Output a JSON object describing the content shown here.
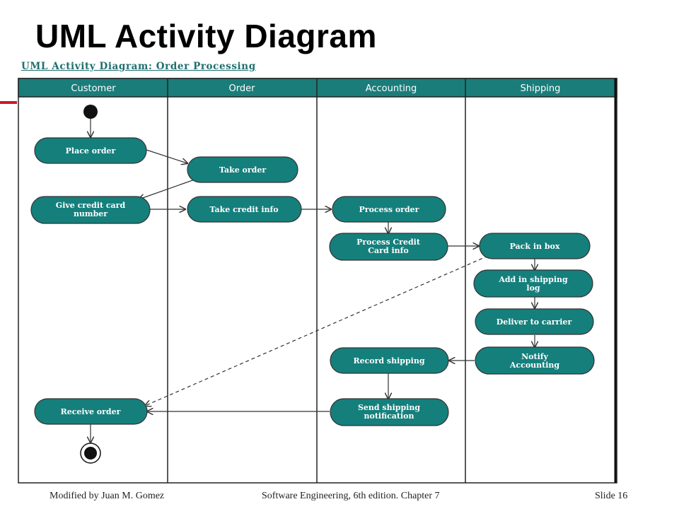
{
  "slide": {
    "title": "UML Activity Diagram",
    "caption": "UML Activity Diagram: Order Processing"
  },
  "lanes": [
    "Customer",
    "Order",
    "Accounting",
    "Shipping"
  ],
  "nodes": {
    "place_order": "Place order",
    "take_order": "Take order",
    "give_cc_1": "Give credit card",
    "give_cc_2": "number",
    "take_cc_info": "Take credit info",
    "process_order": "Process order",
    "process_cc_1": "Process Credit",
    "process_cc_2": "Card info",
    "pack_in_box": "Pack in box",
    "add_log_1": "Add in shipping",
    "add_log_2": "log",
    "deliver": "Deliver to carrier",
    "notify_1": "Notify",
    "notify_2": "Accounting",
    "record_shipping": "Record shipping",
    "send_notif_1": "Send shipping",
    "send_notif_2": "notification",
    "receive_order": "Receive order"
  },
  "footer": {
    "left": "Modified by Juan M. Gomez",
    "center": "Software Engineering, 6th edition. Chapter 7",
    "right": "Slide  16"
  },
  "colors": {
    "teal": "#157f7c",
    "header": "#1a7d7a",
    "accent_red": "#cc1a2a"
  }
}
